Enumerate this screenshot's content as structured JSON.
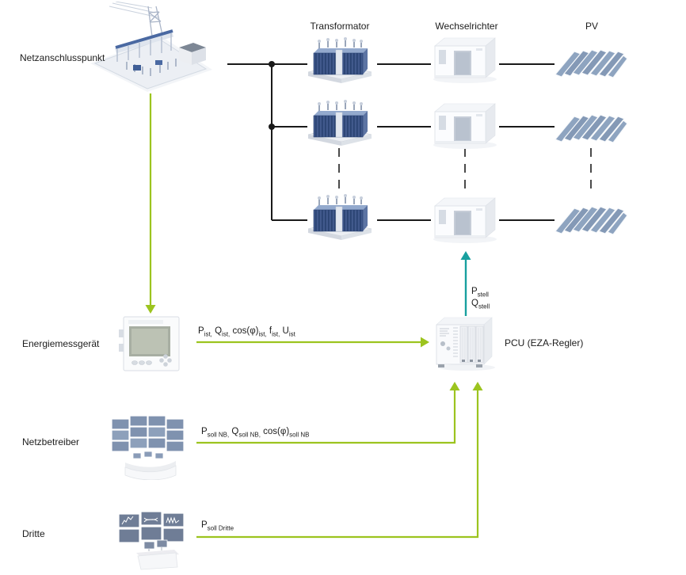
{
  "diagram": {
    "string_rows_visible": 3,
    "colors": {
      "signal_green": "#9cc41f",
      "signal_teal": "#18a09f",
      "line_black": "#1a1a1a",
      "dash_grey": "#4a4a4a",
      "panel_blue": "#8196b5",
      "transformer_navy": "#3d5789"
    },
    "nodes": {
      "netzanschlusspunkt": "Netzanschlusspunkt",
      "transformator": "Transformator",
      "wechselrichter": "Wechselrichter",
      "pv": "PV",
      "energiemessgeraet": "Energiemessgerät",
      "pcu": "PCU (EZA-Regler)",
      "netzbetreiber": "Netzbetreiber",
      "dritte": "Dritte"
    },
    "device_icons": {
      "netzanschlusspunkt": "substation-3d-icon",
      "transformator": "transformer-3d-icon",
      "wechselrichter": "inverter-container-3d-icon",
      "pv": "solar-panel-array-3d-icon",
      "energiemessgeraet": "power-meter-3d-icon",
      "pcu": "controller-cabinet-3d-icon",
      "netzbetreiber": "control-room-3d-icon",
      "dritte": "monitoring-desk-3d-icon"
    },
    "signals": {
      "ist": {
        "parts": [
          {
            "main": "P",
            "sub": "ist,"
          },
          {
            "main": " Q",
            "sub": "ist,"
          },
          {
            "main": " cos(φ)",
            "sub": "ist,"
          },
          {
            "main": " f",
            "sub": "ist,"
          },
          {
            "main": " U",
            "sub": "ist"
          }
        ]
      },
      "soll_nb": {
        "parts": [
          {
            "main": "P",
            "sub": "soll NB,"
          },
          {
            "main": " Q",
            "sub": "soll NB,"
          },
          {
            "main": " cos(φ)",
            "sub": "soll NB"
          }
        ]
      },
      "soll_dritte": {
        "parts": [
          {
            "main": "P",
            "sub": "soll Dritte"
          }
        ]
      },
      "stell_p": {
        "main": "P",
        "sub": "stell"
      },
      "stell_q": {
        "main": "Q",
        "sub": "stell"
      }
    }
  }
}
